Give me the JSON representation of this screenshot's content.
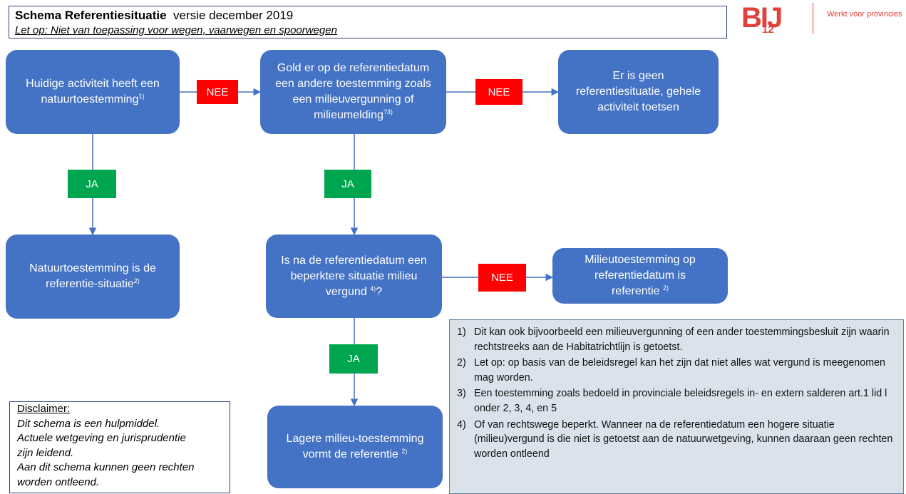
{
  "header": {
    "title": "Schema Referentiesituatie",
    "version": "versie december 2019",
    "subtitle": "Let op: Niet van toepassing voor wegen, vaarwegen en spoorwegen"
  },
  "logo": {
    "mark": "BIJ",
    "number": "12",
    "tagline": "Werkt voor provincies"
  },
  "colors": {
    "box": "#4472c4",
    "nee": "#ff0000",
    "ja": "#00a550",
    "logo": "#e2403a",
    "notes_bg": "#dae3ec"
  },
  "nodes": {
    "start": {
      "text": "Huidige activiteit heeft een natuurtoestemming",
      "sup": "1)"
    },
    "q_other_permit": {
      "text": "Gold er op de referentiedatum een andere toestemming zoals een milieuvergunning of milieumelding",
      "sup": "?3)"
    },
    "no_reference": {
      "text": "Er is geen referentiesituatie, gehele activiteit toetsen"
    },
    "natuur_ref": {
      "text": "Natuurtoestemming is de referentie-situatie",
      "sup": "2)"
    },
    "q_restricted": {
      "text": "Is na de referentiedatum een beperktere situatie milieu vergund",
      "sup": "4)",
      "suffix": "?"
    },
    "milieu_ref": {
      "text": "Milieutoestemming op referentiedatum is referentie",
      "sup": "2)"
    },
    "lower_ref": {
      "text": "Lagere milieu-toestemming vormt de referentie",
      "sup": "2)"
    }
  },
  "labels": {
    "nee": "NEE",
    "ja": "JA"
  },
  "disclaimer": {
    "heading": "Disclaimer:",
    "lines": [
      "Dit schema is een hulpmiddel.",
      "Actuele wetgeving en jurisprudentie",
      "zijn leidend.",
      "Aan dit schema kunnen geen rechten",
      "worden ontleend."
    ]
  },
  "notes": [
    {
      "num": "1)",
      "text": "Dit kan ook bijvoorbeeld een milieuvergunning of een ander toestemmingsbesluit zijn waarin rechtstreeks aan de Habitatrichtlijn is getoetst."
    },
    {
      "num": "2)",
      "text": "Let op: op basis van de beleidsregel kan het zijn dat niet alles wat vergund is meegenomen mag worden."
    },
    {
      "num": "3)",
      "text": "Een toestemming zoals bedoeld in provinciale beleidsregels in- en extern salderen art.1 lid l onder 2, 3, 4, en 5"
    },
    {
      "num": "4)",
      "text": "Of van rechtswege beperkt. Wanneer na de referentiedatum een hogere situatie (milieu)vergund is die niet is getoetst aan de natuurwetgeving, kunnen daaraan geen rechten worden ontleend"
    }
  ]
}
